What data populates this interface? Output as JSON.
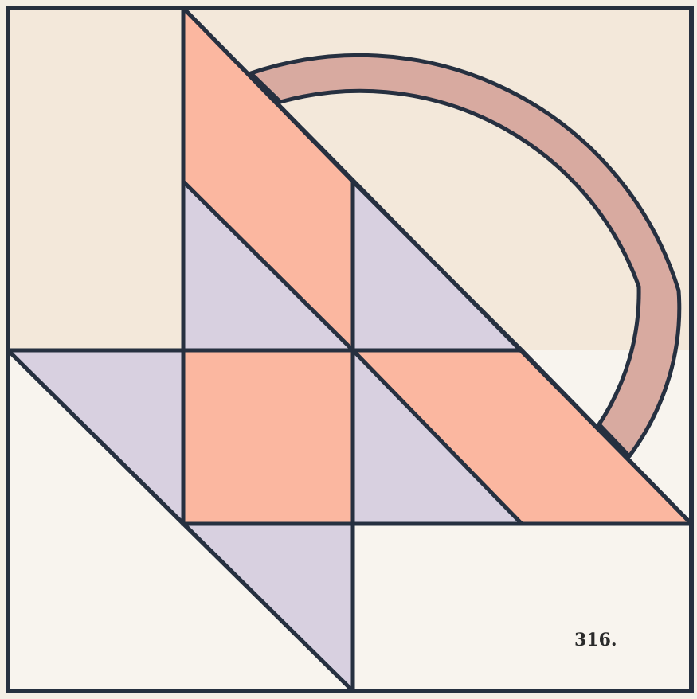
{
  "plate": {
    "number_label": "316."
  },
  "colors": {
    "background": "#f4eee6",
    "upper_left_cream": "#f3e8da",
    "lower_right_cream": "#f8f4ee",
    "salmon": "#fbb7a0",
    "lavender": "#d8d0e0",
    "ring": "#d8aaa0",
    "outline": "#263040"
  },
  "shapes": {
    "salmon": [
      "upper-parallelogram",
      "center-square",
      "right-parallelogram"
    ],
    "lavender": [
      "upper-left-triangle",
      "upper-right-triangle",
      "left-triangle",
      "lower-right-triangle",
      "bottom-triangle"
    ],
    "ring": "half-ring-arc"
  }
}
